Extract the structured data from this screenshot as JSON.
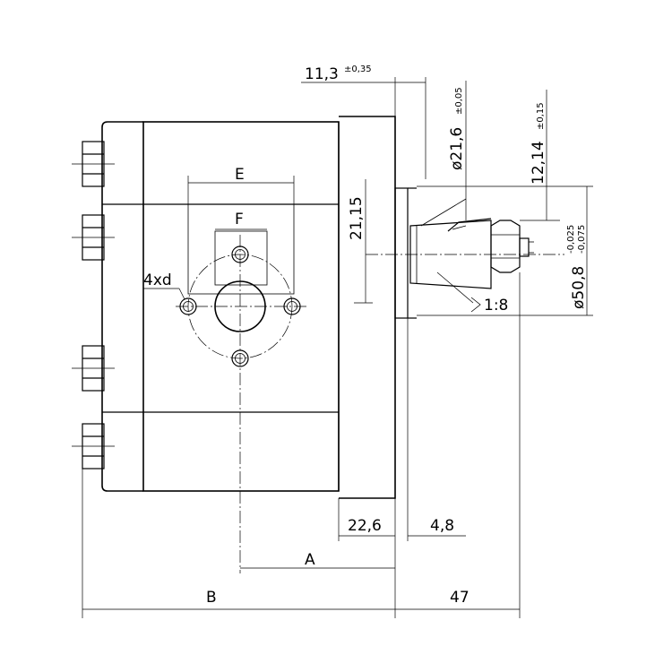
{
  "dimensions": {
    "d_11_3": "11,3",
    "tol_11_3": "±0,35",
    "d_21_6": "ø21,6",
    "tol_21_6": "±0,05",
    "d_12_14": "12,14",
    "tol_12_14": "±0,15",
    "d_50_8": "ø50,8",
    "tol_50_8_upper": "-0,025",
    "tol_50_8_lower": "-0,075",
    "d_21_15": "21,15",
    "d_22_6": "22,6",
    "d_4_8": "4,8",
    "d_47": "47",
    "label_A": "A",
    "label_B": "B",
    "label_E": "E",
    "label_F": "F",
    "label_holes": "4xd",
    "label_taper": "1:8"
  }
}
